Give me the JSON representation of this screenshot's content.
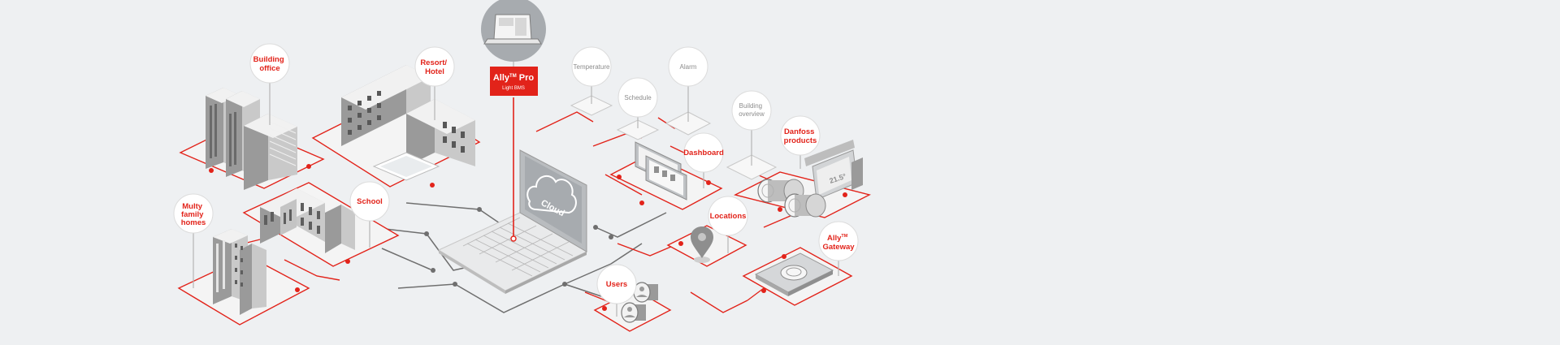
{
  "diagram": {
    "product": {
      "name": "Ally",
      "superscript": "TM",
      "suffix": " Pro",
      "subtitle": "Light BMS"
    },
    "center_label": "Cloud",
    "buildings": {
      "building_office": [
        "Building",
        "office"
      ],
      "resort_hotel": [
        "Resort/",
        "Hotel"
      ],
      "school": [
        "School"
      ],
      "multy_family_homes": [
        "Multy",
        "family",
        "homes"
      ]
    },
    "features": {
      "temperature": [
        "Temperature"
      ],
      "schedule": [
        "Schedule"
      ],
      "alarm": [
        "Alarm"
      ],
      "building_overview": [
        "Building",
        "overview"
      ],
      "dashboard": [
        "Dashboard"
      ],
      "danfoss_products": [
        "Danfoss",
        "products"
      ],
      "locations": [
        "Locations"
      ],
      "ally_gateway": {
        "name": "Ally",
        "superscript": "TM",
        "line2": "Gateway"
      },
      "users": [
        "Users"
      ]
    },
    "colors": {
      "accent": "#e2231a",
      "line": "#6f6f6f",
      "background": "#eef0f2"
    }
  }
}
